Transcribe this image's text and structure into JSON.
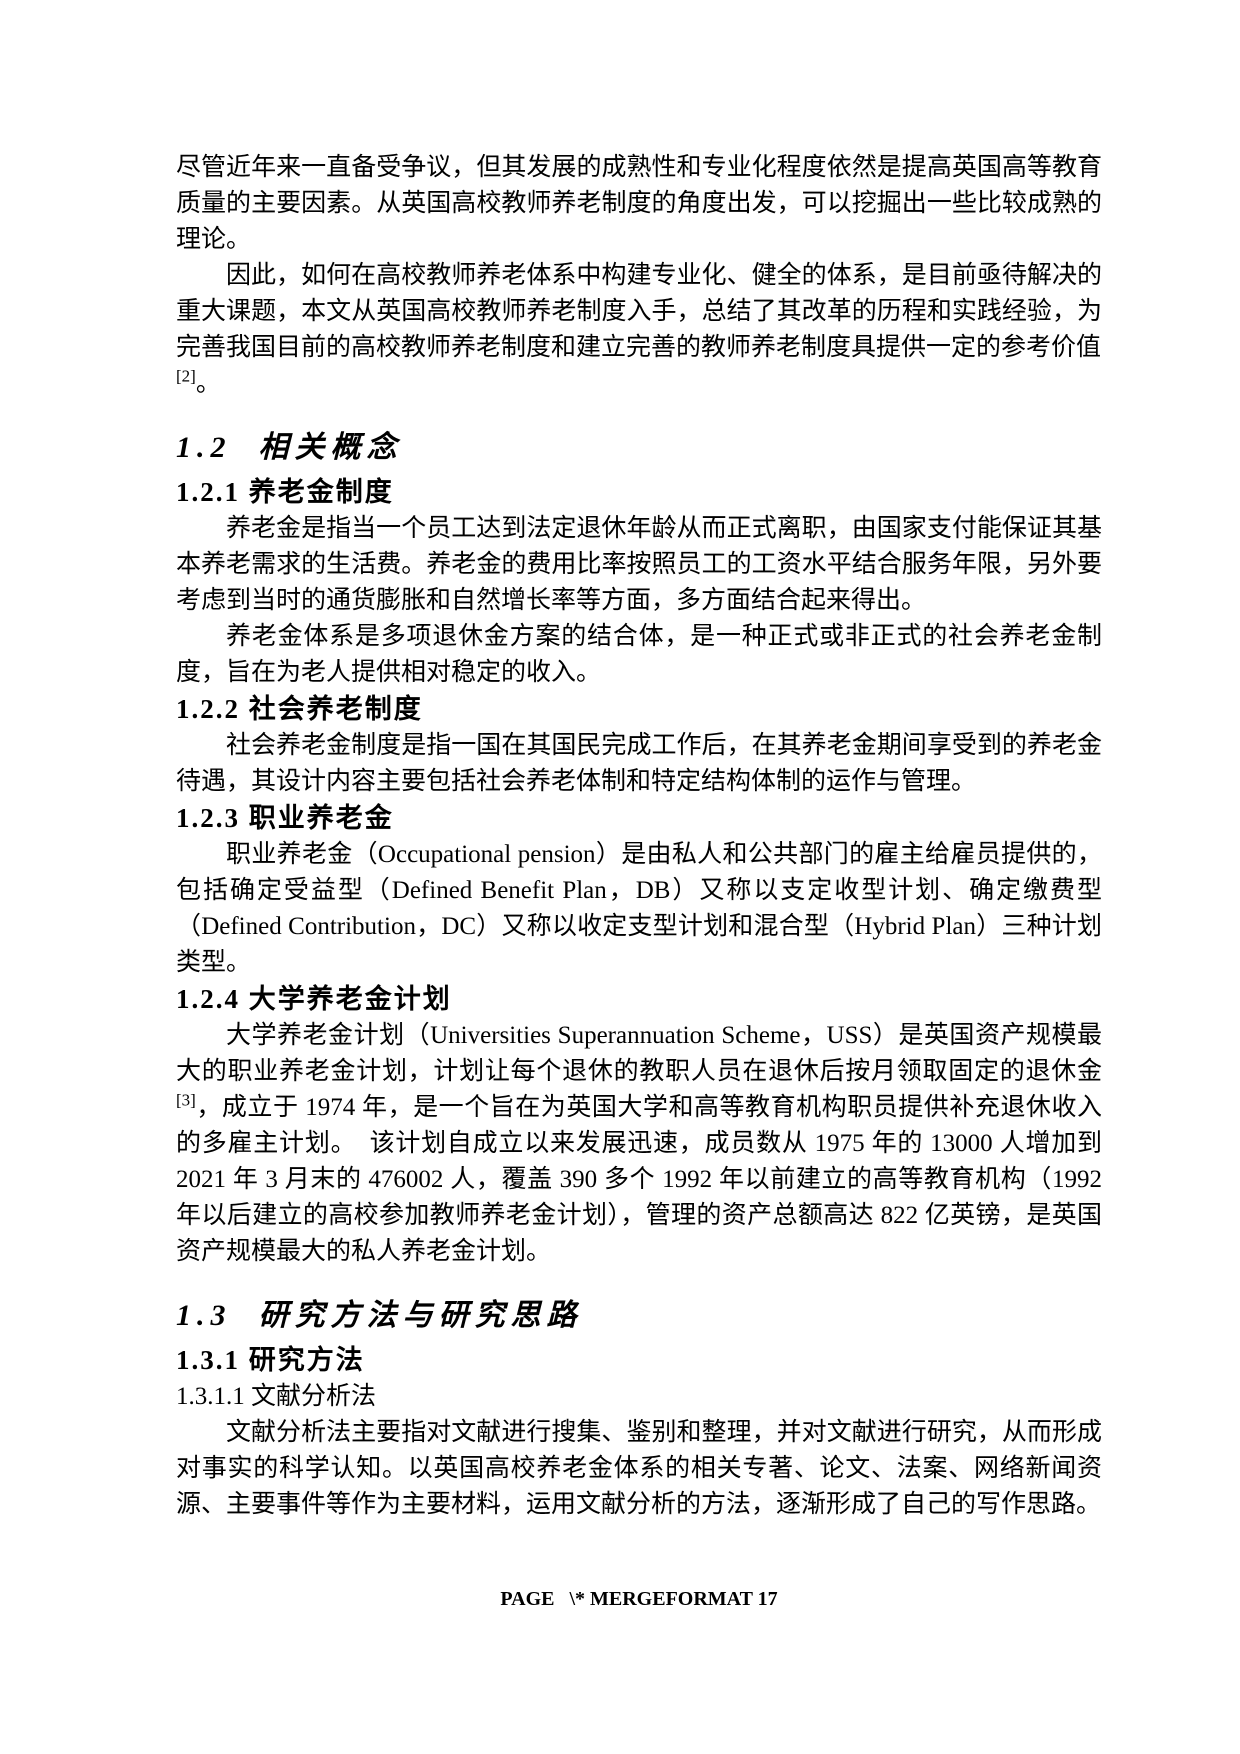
{
  "document": {
    "intro_paragraph": "尽管近年来一直备受争议，但其发展的成熟性和专业化程度依然是提高英国高等教育质量的主要因素。从英国高校教师养老制度的角度出发，可以挖掘出一些比较成熟的理论。",
    "significance_paragraph": {
      "text": "因此，如何在高校教师养老体系中构建专业化、健全的体系，是目前亟待解决的重大课题，本文从英国高校教师养老制度入手，总结了其改革的历程和实践经验，为完善我国目前的高校教师养老制度和建立完善的教师养老制度具提供一定的参考价值",
      "citation": "[2]",
      "period": "。"
    },
    "section_concepts": {
      "heading": "1.2  相关概念",
      "sub_pension_system": {
        "heading": "1.2.1 养老金制度",
        "para1": "养老金是指当一个员工达到法定退休年龄从而正式离职，由国家支付能保证其基本养老需求的生活费。养老金的费用比率按照员工的工资水平结合服务年限，另外要考虑到当时的通货膨胀和自然增长率等方面，多方面结合起来得出。",
        "para2": "养老金体系是多项退休金方案的结合体，是一种正式或非正式的社会养老金制度，旨在为老人提供相对稳定的收入。"
      },
      "sub_social_pension": {
        "heading": "1.2.2 社会养老制度",
        "para": "社会养老金制度是指一国在其国民完成工作后，在其养老金期间享受到的养老金待遇，其设计内容主要包括社会养老体制和特定结构体制的运作与管理。"
      },
      "sub_occupational_pension": {
        "heading": "1.2.3 职业养老金",
        "para": "职业养老金（Occupational pension）是由私人和公共部门的雇主给雇员提供的，包括确定受益型（Defined Benefit Plan，DB）又称以支定收型计划、确定缴费型（Defined Contribution，DC）又称以收定支型计划和混合型（Hybrid Plan）三种计划类型。"
      },
      "sub_uss": {
        "heading": "1.2.4 大学养老金计划",
        "para_before_citation": "大学养老金计划（Universities Superannuation Scheme，USS）是英国资产规模最大的职业养老金计划，计划让每个退休的教职人员在退休后按月领取固定的退休金",
        "citation": "[3]",
        "para_after_citation": "，成立于 1974 年，是一个旨在为英国大学和高等教育机构职员提供补充退休收入的多雇主计划。　该计划自成立以来发展迅速，成员数从 1975 年的 13000 人增加到 2021 年 3 月末的 476002 人，覆盖 390 多个 1992 年以前建立的高等教育机构（1992 年以后建立的高校参加教师养老金计划），管理的资产总额高达 822 亿英镑，是英国资产规模最大的私人养老金计划。"
      }
    },
    "section_methodology": {
      "heading": "1.3  研究方法与研究思路",
      "sub_methods": {
        "heading": "1.3.1 研究方法",
        "sub_literature": {
          "heading": "1.3.1.1 文献分析法",
          "para": "文献分析法主要指对文献进行搜集、鉴别和整理，并对文献进行研究，从而形成对事实的科学认知。以英国高校养老金体系的相关专著、论文、法案、网络新闻资源、主要事件等作为主要材料，运用文献分析的方法，逐渐形成了自己的写作思路。"
        }
      }
    }
  },
  "page": {
    "footer_text": "PAGE   \\* MERGEFORMAT 17"
  }
}
